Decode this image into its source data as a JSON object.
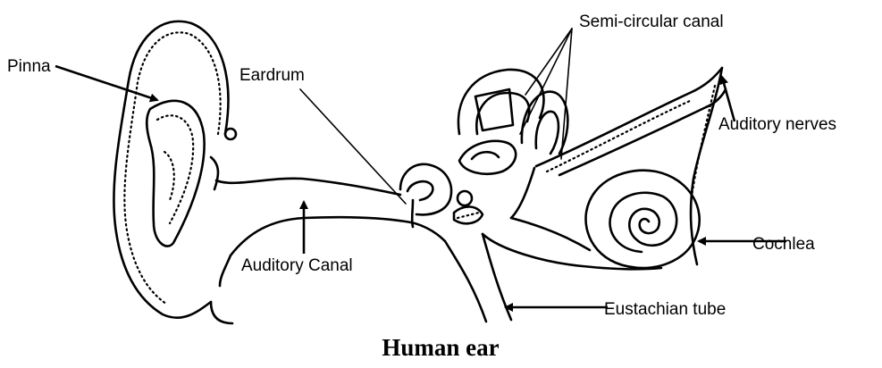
{
  "labels": {
    "pinna": "Pinna",
    "eardrum": "Eardrum",
    "semicircular": "Semi-circular canal",
    "auditory_nerves": "Auditory nerves",
    "auditory_canal": "Auditory Canal",
    "cochlea": "Cochlea",
    "eustachian": "Eustachian tube"
  },
  "caption": "Human ear"
}
